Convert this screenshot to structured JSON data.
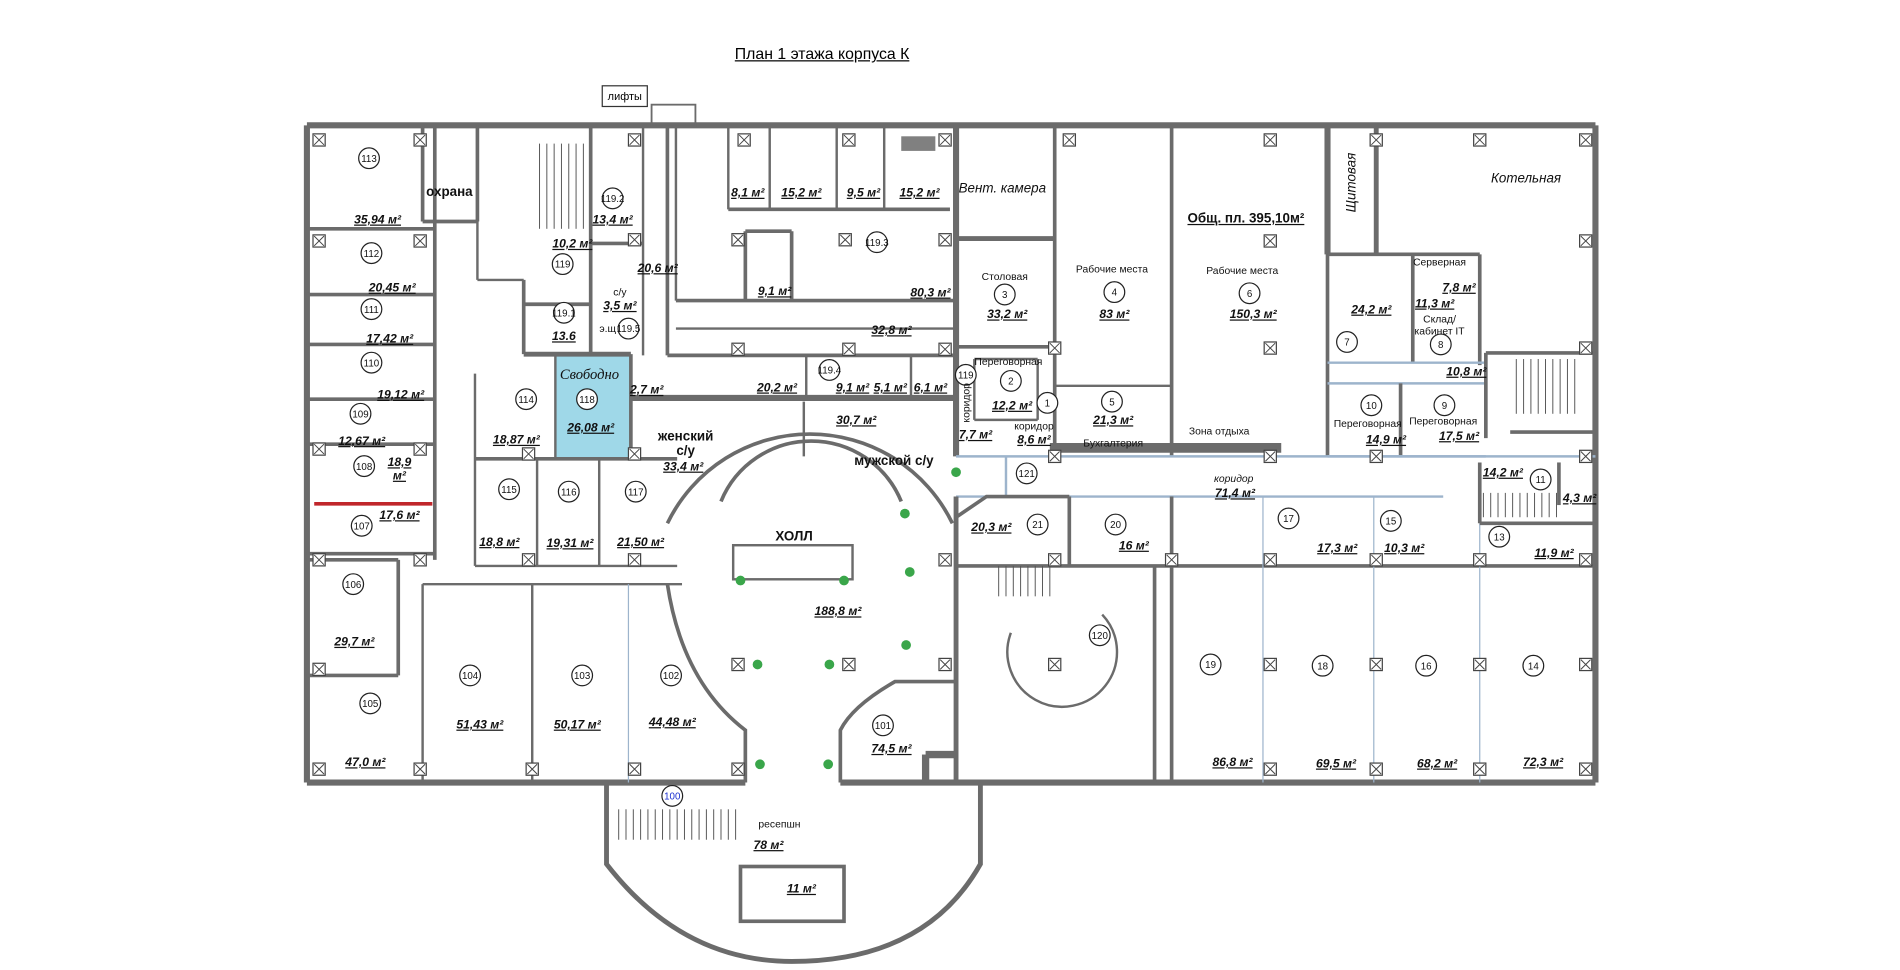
{
  "title": "План 1 этажа корпуса К",
  "lifts_label": "лифты",
  "highlight_color": "#9fd8e8",
  "rooms": [
    {
      "number": "113",
      "area": "35,94 м²"
    },
    {
      "name": "охрана"
    },
    {
      "number": "112",
      "area": "20,45 м²"
    },
    {
      "number": "111",
      "area": "17,42 м²"
    },
    {
      "number": "110",
      "area": "19,12 м²"
    },
    {
      "number": "109",
      "area": "12,67 м²"
    },
    {
      "number": "108",
      "area": "18,9 м²"
    },
    {
      "number": "107",
      "area": "17,6 м²"
    },
    {
      "number": "106",
      "area": "29,7 м²"
    },
    {
      "number": "105",
      "area": "47,0 м²"
    },
    {
      "number": "104",
      "area": "51,43 м²"
    },
    {
      "number": "103",
      "area": "50,17 м²"
    },
    {
      "number": "102",
      "area": "44,48 м²"
    },
    {
      "number": "101",
      "area": "74,5 м²"
    },
    {
      "number": "100",
      "name": "ресепшн",
      "area": "78 м²"
    },
    {
      "area": "11 м²"
    },
    {
      "number": "114",
      "area": "18,87 м²"
    },
    {
      "number": "118",
      "name": "Свободно",
      "area": "26,08 м²"
    },
    {
      "number": "115",
      "area": "18,8 м²"
    },
    {
      "number": "116",
      "area": "19,31 м²"
    },
    {
      "number": "117",
      "area": "21,50 м²"
    },
    {
      "name": "женский с/у",
      "area": "33,4 м²"
    },
    {
      "name": "мужской с/у"
    },
    {
      "area": "30,7 м²"
    },
    {
      "name": "ХОЛЛ",
      "area": "188,8 м²"
    },
    {
      "number": "120"
    },
    {
      "number": "119.2",
      "area": "13,4 м²"
    },
    {
      "area": "10,2 м²"
    },
    {
      "number": "119"
    },
    {
      "area": "20,6 м²"
    },
    {
      "name": "с/у",
      "area": "3,5 м²"
    },
    {
      "number": "119.1",
      "area": "13.6"
    },
    {
      "number": "119.5",
      "name": "э.щ"
    },
    {
      "area": "8,1 м²"
    },
    {
      "area": "15,2 м²"
    },
    {
      "area": "9,5 м²"
    },
    {
      "area": "15,2 м²"
    },
    {
      "number": "119.3"
    },
    {
      "area": "9,1 м²"
    },
    {
      "area": "80,3 м²"
    },
    {
      "area": "32,8 м²"
    },
    {
      "area": "2,7 м²"
    },
    {
      "number": "119.4"
    },
    {
      "area": "20,2 м²"
    },
    {
      "area": "9,1 м²"
    },
    {
      "area": "5,1 м²"
    },
    {
      "area": "6,1 м²"
    },
    {
      "name": "Вент. камера"
    },
    {
      "number": "3",
      "name": "Столовая",
      "area": "33,2 м²"
    },
    {
      "number": "4",
      "name": "Рабочие места",
      "area": "83 м²"
    },
    {
      "number": "6",
      "name": "Рабочие места",
      "area": "150,3 м²"
    },
    {
      "name": "Общ. пл. 395,10м²"
    },
    {
      "name": "Зона отдыха"
    },
    {
      "number": "5",
      "name": "Бухгалтерия",
      "area": "21,3 м²"
    },
    {
      "number": "2",
      "name": "Переговорная",
      "area": "12,2 м²"
    },
    {
      "number": "1"
    },
    {
      "number": "119",
      "name": "коридор",
      "area": "7,7 м²"
    },
    {
      "name": "коридор",
      "area": "8,6 м²"
    },
    {
      "number": "121"
    },
    {
      "number": "21",
      "area": "20,3 м²"
    },
    {
      "number": "20",
      "area": "16 м²"
    },
    {
      "name": "коридор",
      "area": "71,4 м²"
    },
    {
      "number": "17",
      "area": "17,3 м²"
    },
    {
      "number": "15",
      "area": "10,3 м²"
    },
    {
      "number": "13",
      "area": "11,9 м²"
    },
    {
      "area": "14,2 м²"
    },
    {
      "number": "11"
    },
    {
      "area": "4,3 м²"
    },
    {
      "number": "19",
      "area": "86,8 м²"
    },
    {
      "number": "18",
      "area": "69,5 м²"
    },
    {
      "number": "16",
      "area": "68,2 м²"
    },
    {
      "number": "14",
      "area": "72,3 м²"
    },
    {
      "name": "Щитовая"
    },
    {
      "name": "Котельная"
    },
    {
      "name": "Серверная",
      "area": "7,8 м²"
    },
    {
      "number": "8",
      "name": "Склад/ кабинет IT",
      "area": "11,3 м²"
    },
    {
      "number": "7",
      "area": "24,2 м²"
    },
    {
      "area": "10,8 м²"
    },
    {
      "number": "10",
      "name": "Переговорная",
      "area": "14,9 м²"
    },
    {
      "number": "9",
      "name": "Переговорная",
      "area": "17,5 м²"
    }
  ]
}
